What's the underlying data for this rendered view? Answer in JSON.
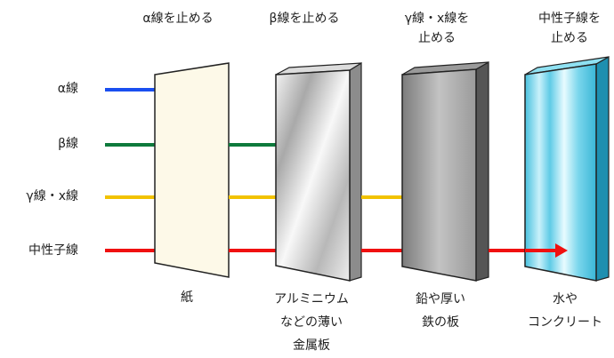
{
  "top_labels": {
    "alpha": "α線を止める",
    "beta": "β線を止める",
    "gamma": "γ線・x線を\n止める",
    "neutron": "中性子線を\n止める"
  },
  "rays": [
    {
      "label": "α線",
      "color": "#1a4ff0"
    },
    {
      "label": "β線",
      "color": "#0e7a3c"
    },
    {
      "label": "γ線・x線",
      "color": "#f2c200"
    },
    {
      "label": "中性子線",
      "color": "#f01010"
    }
  ],
  "materials": {
    "paper": "紙",
    "aluminum": "アルミニウム\nなどの薄い\n金属板",
    "lead_iron": "鉛や厚い\n鉄の板",
    "water_concrete": "水や\nコンクリート"
  },
  "colors": {
    "paper": "#fdf9e8",
    "panel_outline": "#222222"
  }
}
